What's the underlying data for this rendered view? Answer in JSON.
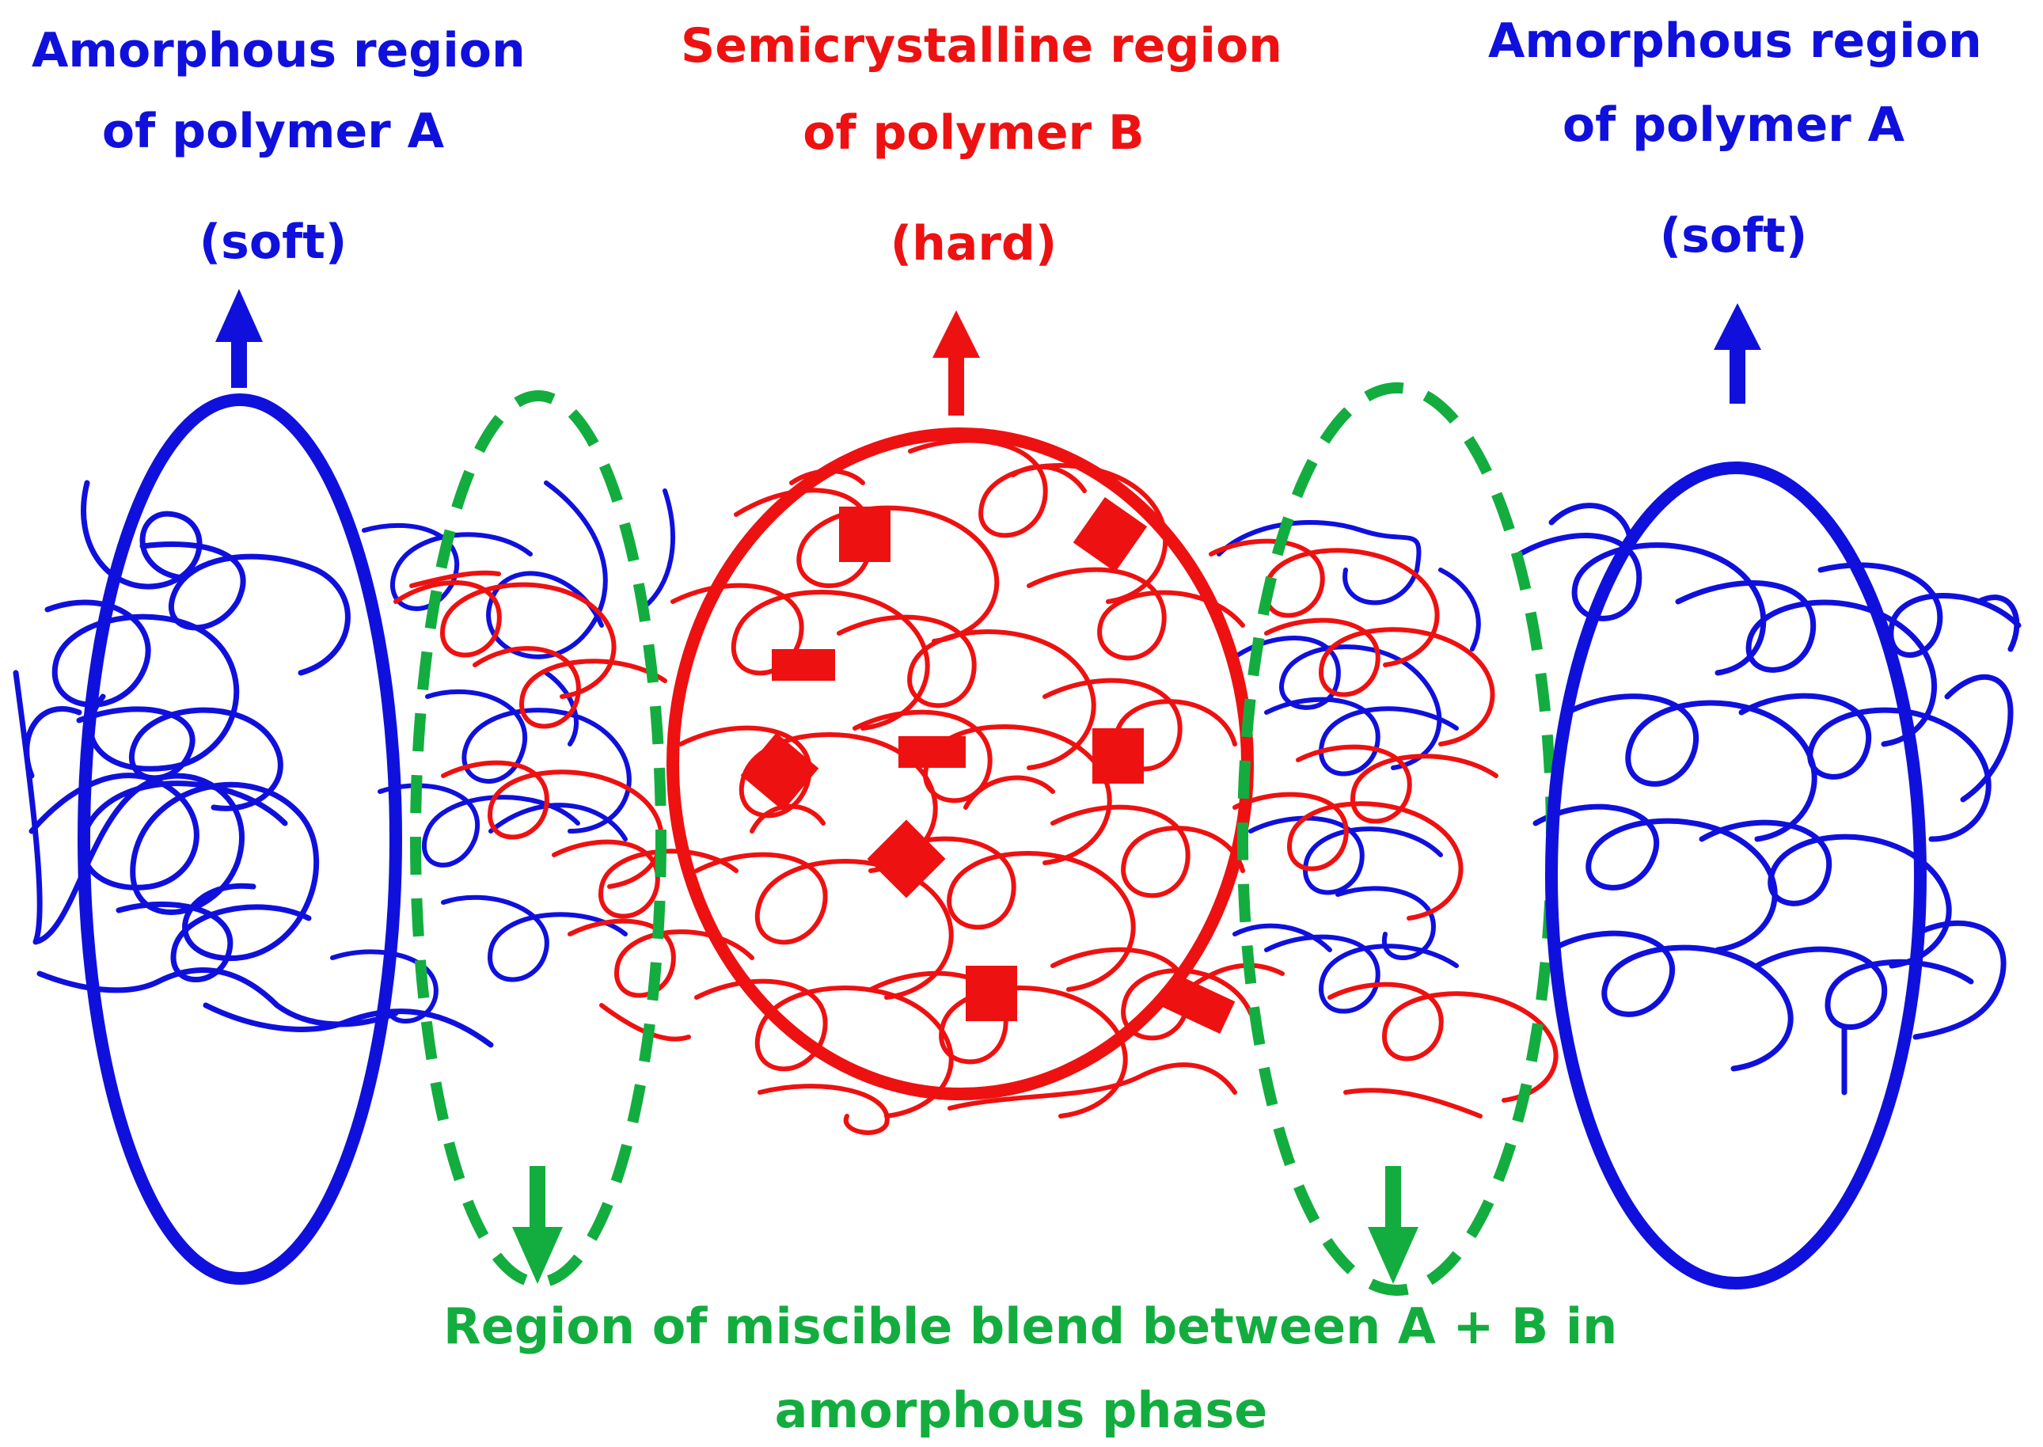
{
  "labels": {
    "left_region": {
      "line1": "Amorphous region",
      "line2": "of polymer A",
      "qualifier": "(soft)"
    },
    "center_region": {
      "line1": "Semicrystalline region",
      "line2": "of polymer B",
      "qualifier": "(hard)"
    },
    "right_region": {
      "line1": "Amorphous region",
      "line2": "of polymer A",
      "qualifier": "(soft)"
    },
    "blend_region": {
      "line1": "Region of miscible blend between A + B in",
      "line2": "amorphous phase"
    }
  },
  "colors": {
    "polymer_a": "#1010dd",
    "polymer_b": "#ee1111",
    "blend": "#13ad3f"
  }
}
